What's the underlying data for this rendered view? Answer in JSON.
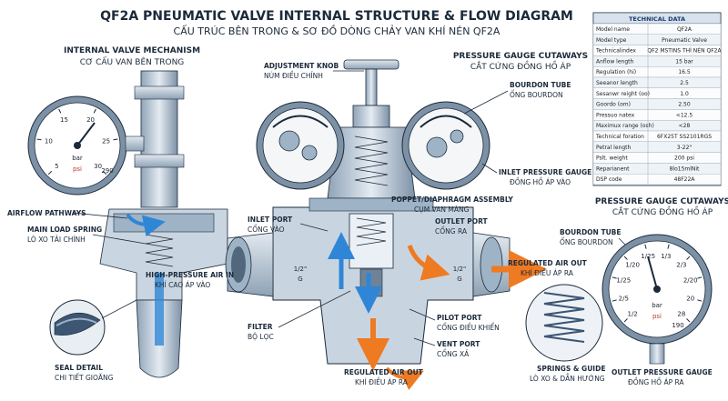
{
  "header": {
    "title": "QF2A PNEUMATIC VALVE INTERNAL STRUCTURE & FLOW DIAGRAM",
    "subtitle": "CẤU TRÚC BÊN TRONG & SƠ ĐỒ DÒNG CHẢY VAN KHÍ NÉN QF2A"
  },
  "sections": {
    "internal": {
      "title": "INTERNAL VALVE MECHANISM",
      "subtitle": "CƠ CẤU VAN BÊN TRONG"
    },
    "gauge_top": {
      "title": "PRESSURE GAUGE CUTAWAYS",
      "subtitle": "CẮT CỨNG ĐỒNG HỒ ÁP"
    },
    "gauge_right": {
      "title": "PRESSURE GAUGE CUTAWAYS",
      "subtitle": "CẮT CỨNG ĐỒNG HỒ ÁP"
    }
  },
  "labels": {
    "airflow": {
      "en": "AIRFLOW PATHWAYS",
      "vi": ""
    },
    "main_spring": {
      "en": "MAIN LOAD SPRING",
      "vi": "LÒ XO TẢI CHÍNH"
    },
    "seal": {
      "en": "SEAL DETAIL",
      "vi": "CHI TIẾT GIOĂNG"
    },
    "knob": {
      "en": "ADJUSTMENT KNOB",
      "vi": "NÚM ĐIỀU CHỈNH"
    },
    "inlet_port": {
      "en": "INLET PORT",
      "vi": "CỔNG VÀO"
    },
    "hp_air": {
      "en": "HIGH-PRESSURE AIR IN",
      "vi": "KHÍ CAO ÁP VÀO"
    },
    "filter": {
      "en": "FILTER",
      "vi": "BỘ LỌC"
    },
    "poppet": {
      "en": "POPPET/DIAPHRAGM ASSEMBLY",
      "vi": "CỤM VAN MÀNG"
    },
    "outlet_port": {
      "en": "OUTLET PORT",
      "vi": "CỔNG RA"
    },
    "reg_out_right": {
      "en": "REGULATED AIR OUT",
      "vi": "KHÍ ĐIỀU ÁP RA"
    },
    "pilot": {
      "en": "PILOT PORT",
      "vi": "CỔNG ĐIỀU KHIỂN"
    },
    "vent": {
      "en": "VENT PORT",
      "vi": "CỔNG XẢ"
    },
    "reg_out_bottom": {
      "en": "REGULATED AIR OUT",
      "vi": "KHÍ ĐIỀU ÁP RA"
    },
    "springs": {
      "en": "SPRINGS & GUIDE",
      "vi": "LÒ XO & DẪN HƯỚNG"
    },
    "bourdon_top": {
      "en": "BOURDON TUBE",
      "vi": "ỐNG BOURDON"
    },
    "inlet_gauge": {
      "en": "INLET PRESSURE GAUGE",
      "vi": "ĐỒNG HỒ ÁP VÀO"
    },
    "bourdon_right": {
      "en": "BOURDON TUBE",
      "vi": "ỐNG BOURDON"
    },
    "outlet_gauge": {
      "en": "OUTLET PRESSURE GAUGE",
      "vi": "ĐỒNG HỒ ÁP RA"
    }
  },
  "gauges": {
    "left": {
      "unit_top": "bar",
      "unit_bottom": "psi",
      "ticks": [
        "5",
        "10",
        "15",
        "20",
        "25",
        "30"
      ],
      "max_label": "290"
    },
    "right": {
      "unit_top": "bar",
      "unit_bottom": "psi",
      "ticks": [
        "1/2",
        "2/5",
        "1/25",
        "1/20",
        "1/25",
        "1/3",
        "2/3",
        "2/20",
        "20",
        "28"
      ],
      "max_label": "190"
    }
  },
  "ports": {
    "left": "1/2\"",
    "left_g": "G",
    "right": "1/2\"",
    "right_g": "G"
  },
  "tech": {
    "title": "TECHNICAL DATA",
    "rows": [
      [
        "Model name",
        "QF2A"
      ],
      [
        "Model type",
        "Pneumatic Valve"
      ],
      [
        "Technicalindex",
        "QF2 MSTINS THÌ NÉN QF2A"
      ],
      [
        "Anflow length",
        "15 bar"
      ],
      [
        "Regulation (hi)",
        "16.5"
      ],
      [
        "Seeanor length",
        "2.5"
      ],
      [
        "Sesanwr reight (oo)",
        "1.0"
      ],
      [
        "Goordo (om)",
        "2.50"
      ],
      [
        "Pressuo natex",
        "<12.5"
      ],
      [
        "Maximux range (osh)",
        "<28"
      ],
      [
        "Technical foration",
        "6FX25T SS2101RGS"
      ],
      [
        "Petral length",
        "3-22\""
      ],
      [
        "Pslt. weight",
        "200 psi"
      ],
      [
        "Reparianent",
        "8lo15mlNit"
      ],
      [
        "DSP code",
        "48F22A"
      ]
    ]
  },
  "colors": {
    "steel": "#b8c6d4",
    "steel_dark": "#6f8397",
    "blue_flow": "#2f86d6",
    "orange_flow": "#ee7a22",
    "line": "#1b2a3a"
  }
}
